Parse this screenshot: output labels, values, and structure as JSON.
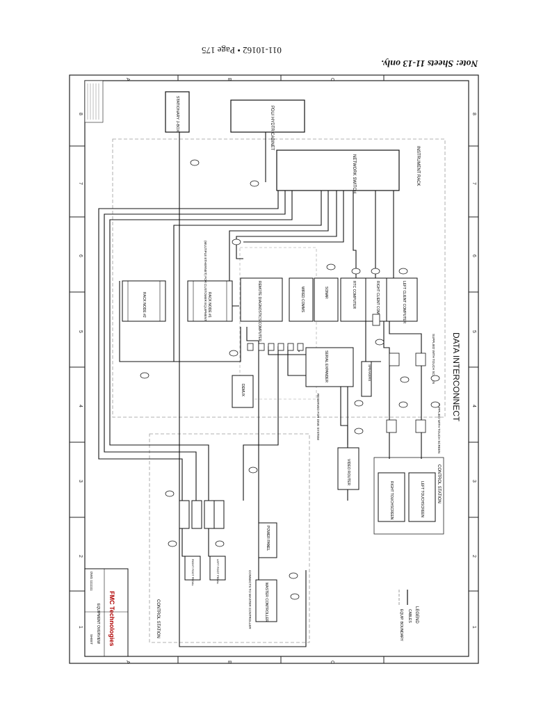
{
  "header": {
    "note": "Note: Sheets 11-13 only.",
    "page_ref": "011-10162  •  Page 175"
  },
  "diagram": {
    "title": "DATA INTERCONNECT",
    "company": "FMC Technologies",
    "legend": {
      "title": "LEGEND",
      "cables": "CABLES",
      "boundary": "EQUIP. BOUNDARY"
    },
    "areas": {
      "instrument_rack": "INSTRUMENT RACK",
      "control_station_a": "CONTROL STATION",
      "control_station_b": "CONTROL STATION"
    },
    "boxes": {
      "network_switch": "NETWORK SWITCH",
      "pdu_hydtr": "PDU/ HYDTR CABINET",
      "stationary_jbox": "STATIONARY J-BOX",
      "left_client": "LEFT CLIENT COMPUTER",
      "right_client": "RIGHT CLIENT COMPUTER",
      "rtc_computer": "RTC COMPUTER",
      "sonar": "SONAR",
      "wired_comms": "WIRED COMMS",
      "remote_diag": "REMOTE DIAGNOSTICS COMPUTER",
      "serial_expander": "SERIAL EXPANDER",
      "speakers": "SPEAKERS",
      "demux": "DEMUX",
      "video_router": "VIDEO ROUTER",
      "power_panel": "POWER PANEL",
      "master_controller": "MASTER CONTROLLER",
      "left_touchscreen": "LEFT TOUCHSCREEN",
      "right_touchscreen": "RIGHT TOUCHSCREEN",
      "rack_node_1": "RACK NODE #1",
      "rack_node_2": "RACK NODE #2",
      "left_foot_pedal": "LEFT FOOT PEDAL",
      "right_foot_pedal": "RIGHT FOOT PEDAL"
    },
    "notes": {
      "reserved_dive": "RESERVED FOR DIVE SYSTEM",
      "supplied_touch": "SUPPLIED WITH TOUCH SCREEN",
      "supplied_touch2": "SUPPLIED WITH TOUCH SCREEN",
      "connects_master": "CONNECTS TO MASTER CONTROLLER",
      "customer_equipment": "(MULTIPLE ETHERNET) FOR CUSTOMER EQUIPMENT"
    },
    "grid_numbers": [
      "8",
      "7",
      "6",
      "5",
      "4",
      "3",
      "2",
      "1"
    ],
    "grid_letters": [
      "A",
      "B",
      "C"
    ],
    "title_block": {
      "equipment": "EQUIPMENT OVERVIEW",
      "sheet": "SHEET",
      "drawing_no": "DWG 1111111"
    }
  }
}
